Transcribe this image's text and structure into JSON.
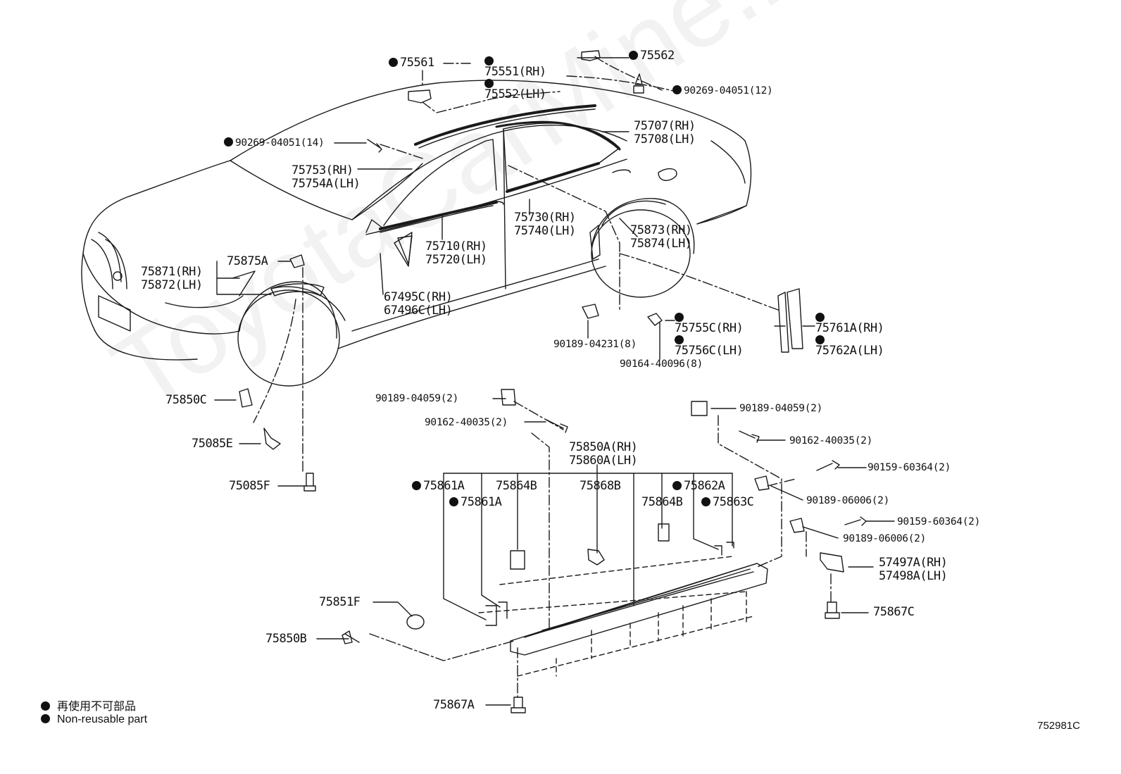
{
  "watermark": "ToyotaCarMine.ru",
  "drawing_number": "752981C",
  "legend": {
    "line1": "再使用不可部品",
    "line2": "Non-reusable part"
  },
  "parts": {
    "p75561": "75561",
    "p75551": "75551(RH)",
    "p75552": "75552(LH)",
    "p75562": "75562",
    "p90269_12": "90269-04051(12)",
    "p90269_14": "90269-04051(14)",
    "p75707": "75707(RH)",
    "p75708": "75708(LH)",
    "p75753": "75753(RH)",
    "p75754A": "75754A(LH)",
    "p75730": "75730(RH)",
    "p75740": "75740(LH)",
    "p75873": "75873(RH)",
    "p75874": "75874(LH)",
    "p75710": "75710(RH)",
    "p75720": "75720(LH)",
    "p75871": "75871(RH)",
    "p75872": "75872(LH)",
    "p75875A": "75875A",
    "p67495C": "67495C(RH)",
    "p67496C": "67496C(LH)",
    "p75755C": "75755C(RH)",
    "p75756C": "75756C(LH)",
    "p75761A": "75761A(RH)",
    "p75762A": "75762A(LH)",
    "p90189_04231": "90189-04231(8)",
    "p90164_40096": "90164-40096(8)",
    "p75850C": "75850C",
    "p75085E": "75085E",
    "p75085F": "75085F",
    "p90189_04059a": "90189-04059(2)",
    "p90162_40035a": "90162-40035(2)",
    "p90189_04059b": "90189-04059(2)",
    "p90162_40035b": "90162-40035(2)",
    "p75850A": "75850A(RH)",
    "p75860A": "75860A(LH)",
    "p90159_60364a": "90159-60364(2)",
    "p75861A_1": "75861A",
    "p75864B_1": "75864B",
    "p75868B": "75868B",
    "p75862A": "75862A",
    "p90189_06006a": "90189-06006(2)",
    "p75861A_2": "75861A",
    "p75864B_2": "75864B",
    "p75863C": "75863C",
    "p90159_60364b": "90159-60364(2)",
    "p90189_06006b": "90189-06006(2)",
    "p57497A": "57497A(RH)",
    "p57498A": "57498A(LH)",
    "p75867C": "75867C",
    "p75851F": "75851F",
    "p75850B": "75850B",
    "p75867A": "75867A"
  }
}
